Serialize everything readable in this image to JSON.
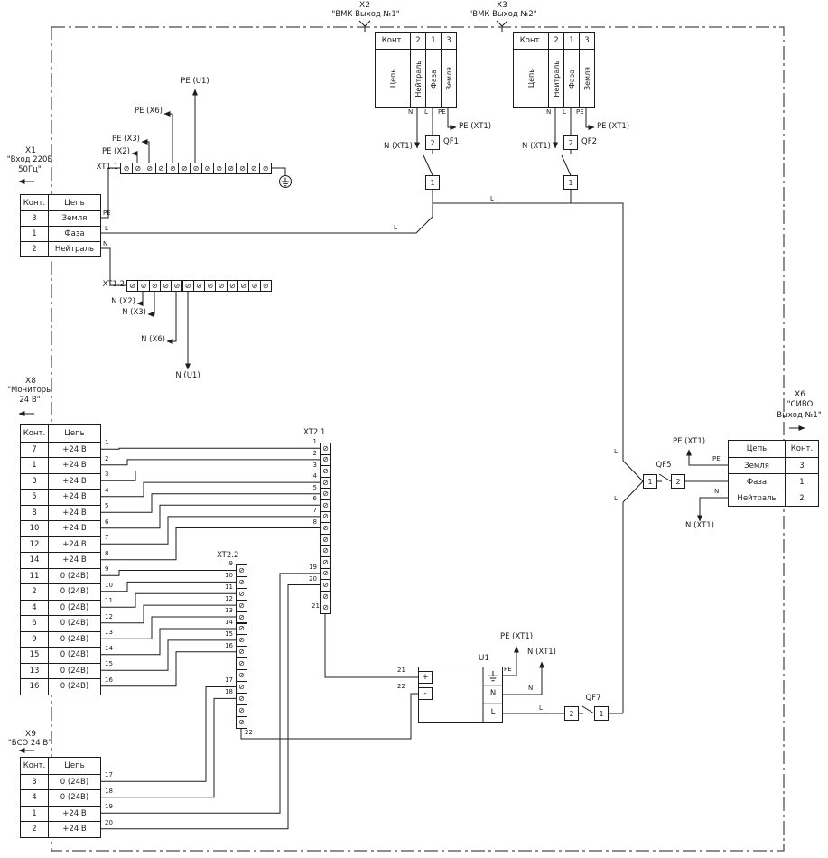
{
  "x1": {
    "ref": "X1",
    "title_lines": [
      "\"Вход 220В",
      "50Гц\""
    ],
    "headers": [
      "Конт.",
      "Цепь"
    ],
    "rows": [
      {
        "pin": "3",
        "circuit": "Земля",
        "tag": "PE"
      },
      {
        "pin": "1",
        "circuit": "Фаза",
        "tag": "L"
      },
      {
        "pin": "2",
        "circuit": "Нейтраль",
        "tag": "N"
      }
    ]
  },
  "x2": {
    "ref": "X2",
    "title": "\"ВМК Выход №1\"",
    "pin_header": "Конт.",
    "circuit_header": "Цепь",
    "pins": [
      "2",
      "1",
      "3"
    ],
    "circuits": [
      "Нейтраль",
      "Фаза",
      "Земля"
    ],
    "tags": [
      "N",
      "L",
      "PE"
    ]
  },
  "x3": {
    "ref": "X3",
    "title": "\"ВМК Выход №2\"",
    "pin_header": "Конт.",
    "circuit_header": "Цепь",
    "pins": [
      "2",
      "1",
      "3"
    ],
    "circuits": [
      "Нейтраль",
      "Фаза",
      "Земля"
    ],
    "tags": [
      "N",
      "L",
      "PE"
    ]
  },
  "x6": {
    "ref": "X6",
    "title_lines": [
      "\"СИВО",
      "Выход №1\""
    ],
    "headers": [
      "Цепь",
      "Конт."
    ],
    "rows": [
      {
        "circuit": "Земля",
        "pin": "3",
        "tag": "PE"
      },
      {
        "circuit": "Фаза",
        "pin": "1",
        "tag": ""
      },
      {
        "circuit": "Нейтраль",
        "pin": "2",
        "tag": "N"
      }
    ]
  },
  "x8": {
    "ref": "X8",
    "title_lines": [
      "\"Мониторы",
      "24 В\""
    ],
    "headers": [
      "Конт.",
      "Цепь"
    ],
    "rows": [
      {
        "pin": "7",
        "circuit": "+24 В",
        "wire": "1"
      },
      {
        "pin": "1",
        "circuit": "+24 В",
        "wire": "2"
      },
      {
        "pin": "3",
        "circuit": "+24 В",
        "wire": "3"
      },
      {
        "pin": "5",
        "circuit": "+24 В",
        "wire": "4"
      },
      {
        "pin": "8",
        "circuit": "+24 В",
        "wire": "5"
      },
      {
        "pin": "10",
        "circuit": "+24 В",
        "wire": "6"
      },
      {
        "pin": "12",
        "circuit": "+24 В",
        "wire": "7"
      },
      {
        "pin": "14",
        "circuit": "+24 В",
        "wire": "8"
      },
      {
        "pin": "11",
        "circuit": "0 (24В)",
        "wire": "9"
      },
      {
        "pin": "2",
        "circuit": "0 (24В)",
        "wire": "10"
      },
      {
        "pin": "4",
        "circuit": "0 (24В)",
        "wire": "11"
      },
      {
        "pin": "6",
        "circuit": "0 (24В)",
        "wire": "12"
      },
      {
        "pin": "9",
        "circuit": "0 (24В)",
        "wire": "13"
      },
      {
        "pin": "15",
        "circuit": "0 (24В)",
        "wire": "14"
      },
      {
        "pin": "13",
        "circuit": "0 (24В)",
        "wire": "15"
      },
      {
        "pin": "16",
        "circuit": "0 (24В)",
        "wire": "16"
      }
    ]
  },
  "x9": {
    "ref": "X9",
    "title_lines": [
      "\"БСО 24 В\""
    ],
    "headers": [
      "Конт.",
      "Цепь"
    ],
    "rows": [
      {
        "pin": "3",
        "circuit": "0 (24В)",
        "wire": "17"
      },
      {
        "pin": "4",
        "circuit": "0 (24В)",
        "wire": "18"
      },
      {
        "pin": "1",
        "circuit": "+24 В",
        "wire": "19"
      },
      {
        "pin": "2",
        "circuit": "+24 В",
        "wire": "20"
      }
    ]
  },
  "strips": {
    "xt11": {
      "label": "XT1.1",
      "terminals": 13
    },
    "xt12": {
      "label": "XT1.2",
      "terminals": 13
    },
    "xt21": {
      "label": "XT2.1",
      "terminals": 15
    },
    "xt22": {
      "label": "XT2.2",
      "terminals": 14
    }
  },
  "breakers": {
    "qf1": {
      "ref": "QF1",
      "pole_top": "2",
      "pole_bottom": "1"
    },
    "qf2": {
      "ref": "QF2",
      "pole_top": "2",
      "pole_bottom": "1"
    },
    "qf5": {
      "ref": "QF5",
      "pole_left": "1",
      "pole_right": "2"
    },
    "qf7": {
      "ref": "QF7",
      "pole_left": "2",
      "pole_right": "1"
    }
  },
  "u1": {
    "ref": "U1",
    "plus": "+",
    "minus": "-",
    "neutral": "N",
    "line": "L",
    "wire_plus": "21",
    "wire_minus": "22"
  },
  "annotations": {
    "pe_u1": "PE (U1)",
    "pe_x6": "PE (X6)",
    "pe_x3": "PE (X3)",
    "pe_x2": "PE (X2)",
    "n_x2": "N (X2)",
    "n_x3": "N (X3)",
    "n_x6": "N (X6)",
    "n_u1": "N (U1)",
    "pe_xt1": "PE (XT1)",
    "n_xt1": "N (XT1)"
  },
  "net_tags": {
    "l": "L",
    "n": "N",
    "pe": "PE"
  }
}
